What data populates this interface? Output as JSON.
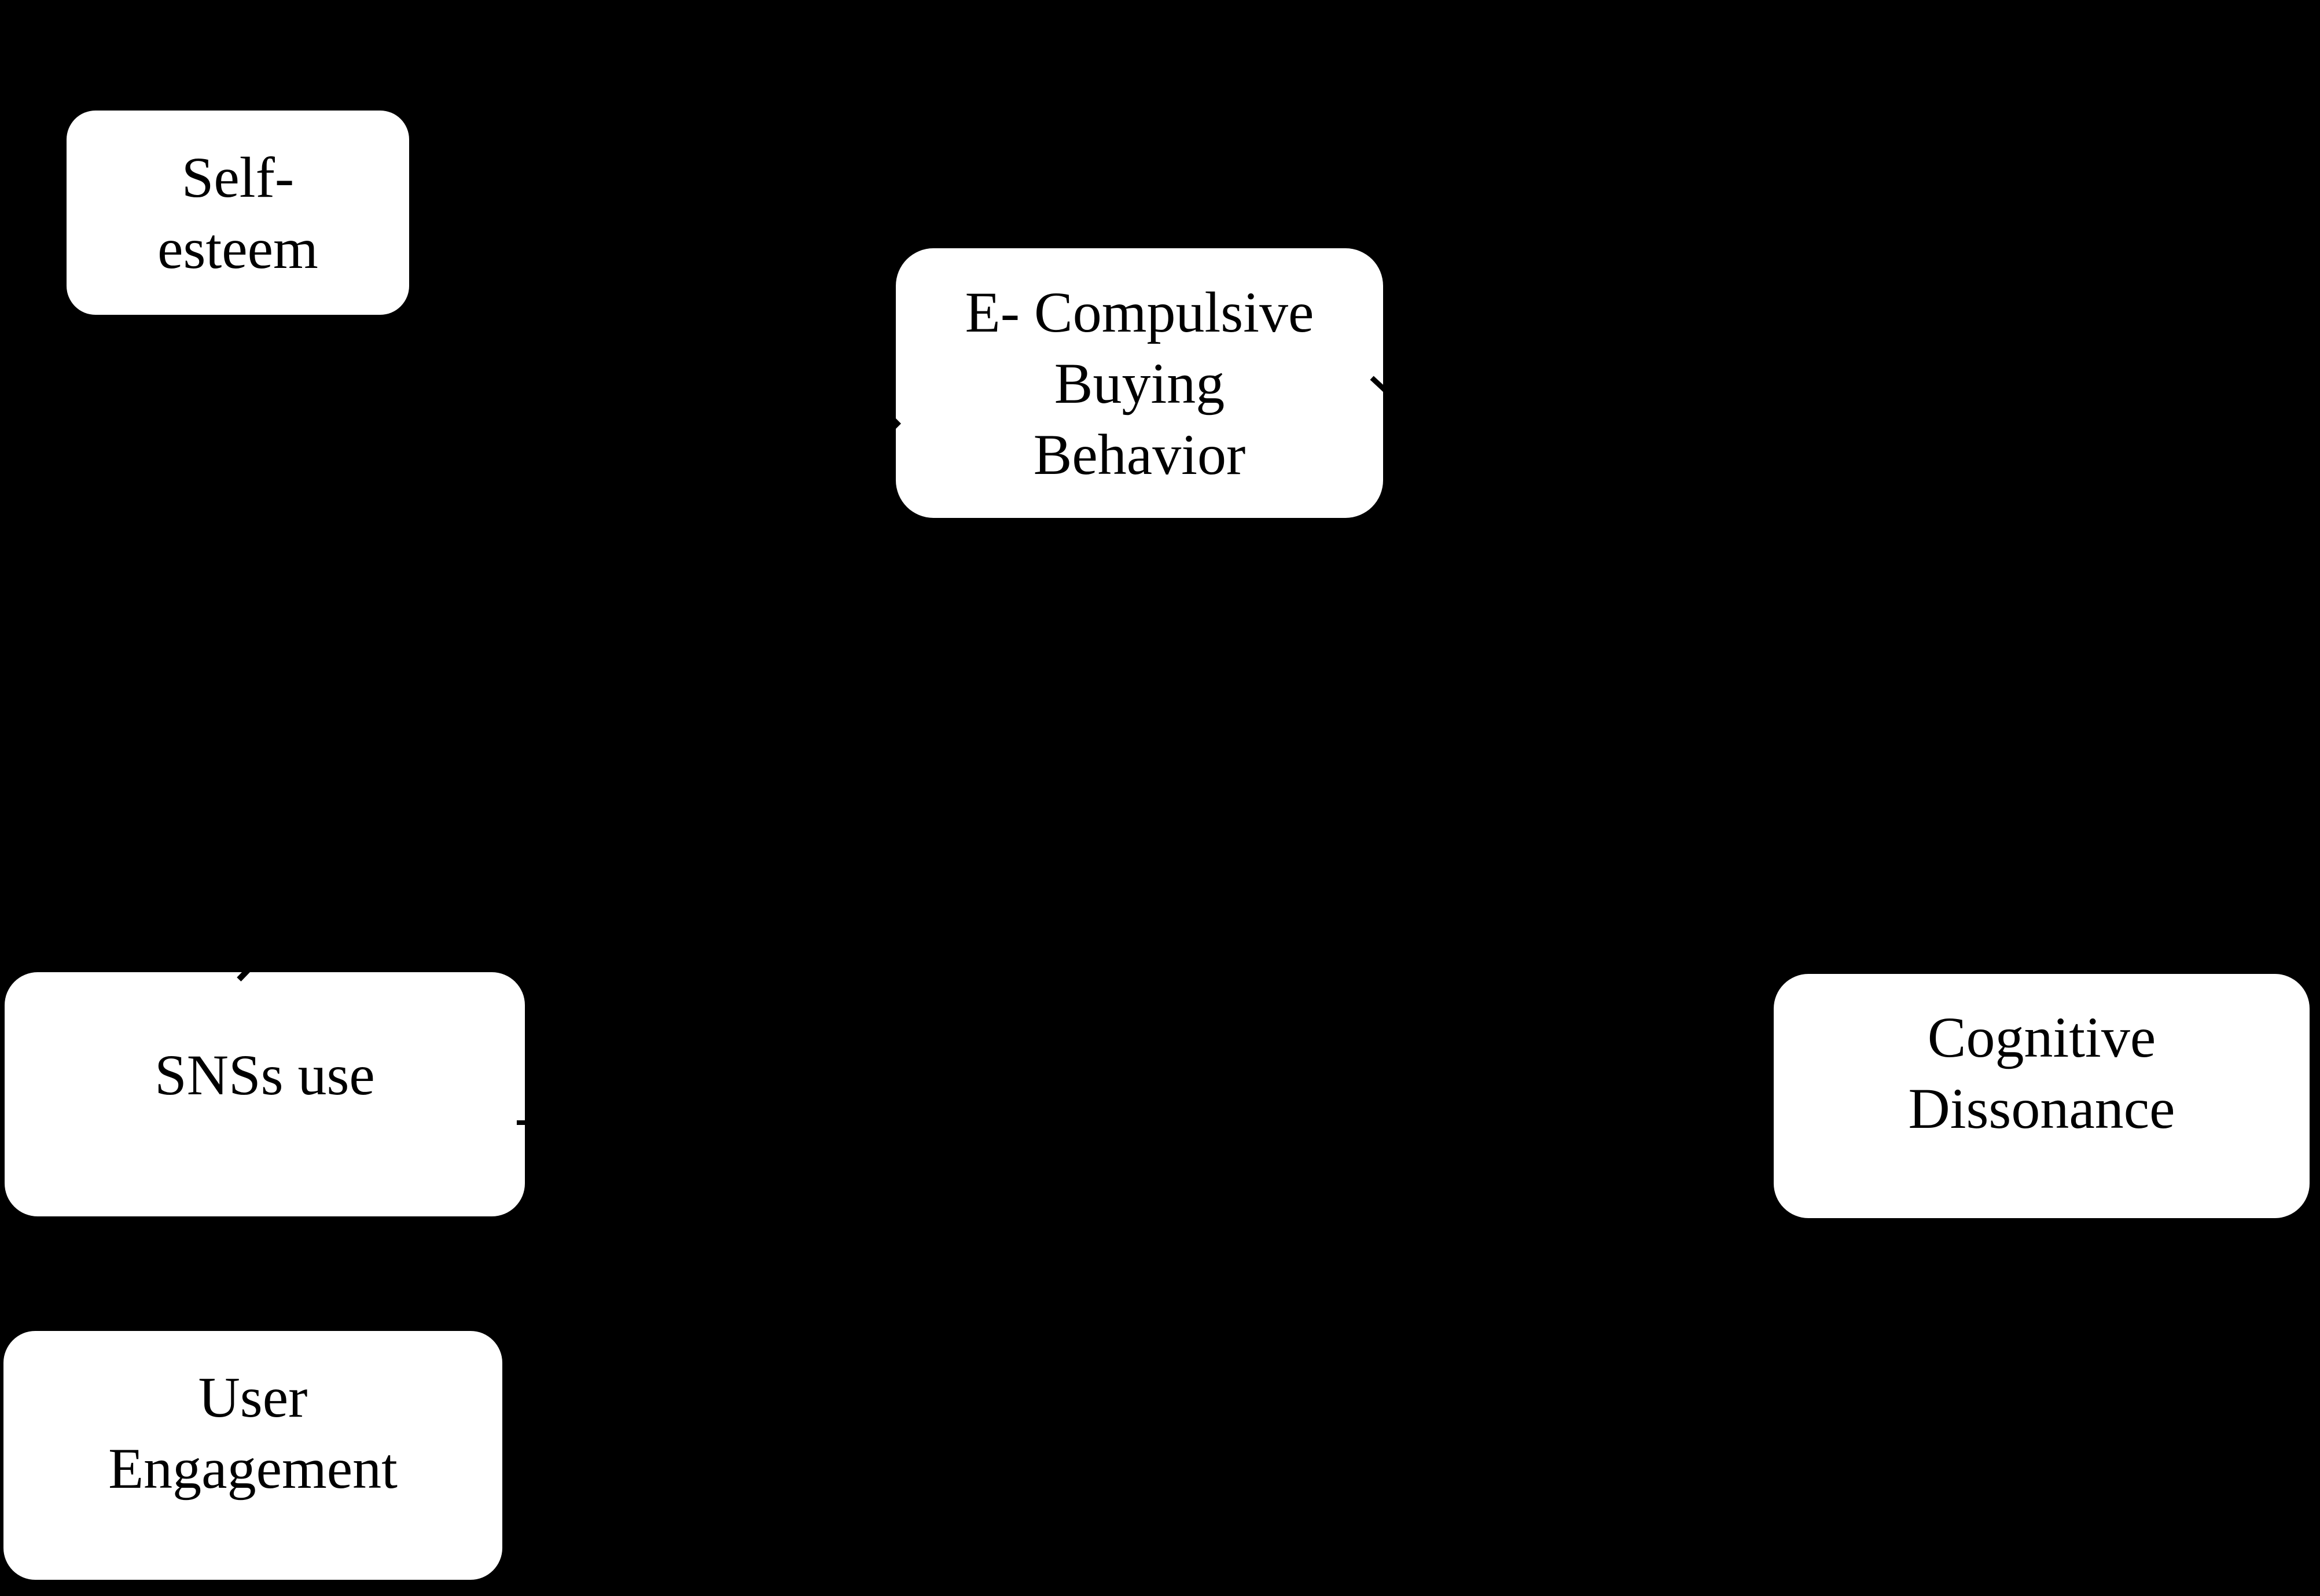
{
  "diagram": {
    "type": "concept-model",
    "colors": {
      "background": "#000000",
      "node_fill": "#ffffff",
      "node_text": "#000000",
      "connector": "#000000"
    },
    "nodes": [
      {
        "id": "self-esteem",
        "lines": [
          "Self-",
          "esteem"
        ]
      },
      {
        "id": "e-compulsive-buying-behavior",
        "lines": [
          "E- Compulsive",
          "Buying",
          "Behavior"
        ]
      },
      {
        "id": "snss-use",
        "lines": [
          "SNSs use"
        ]
      },
      {
        "id": "cognitive-dissonance",
        "lines": [
          "Cognitive",
          "Dissonance"
        ]
      },
      {
        "id": "user-engagement",
        "lines": [
          "User",
          "Engagement"
        ]
      }
    ],
    "connector_marks": [
      "arrowhead-remnant-at-e-compulsive-left-edge",
      "line-remnant-at-e-compulsive-right-edge",
      "line-remnant-at-snss-use-top-edge",
      "line-remnant-at-snss-use-right-edge"
    ]
  }
}
